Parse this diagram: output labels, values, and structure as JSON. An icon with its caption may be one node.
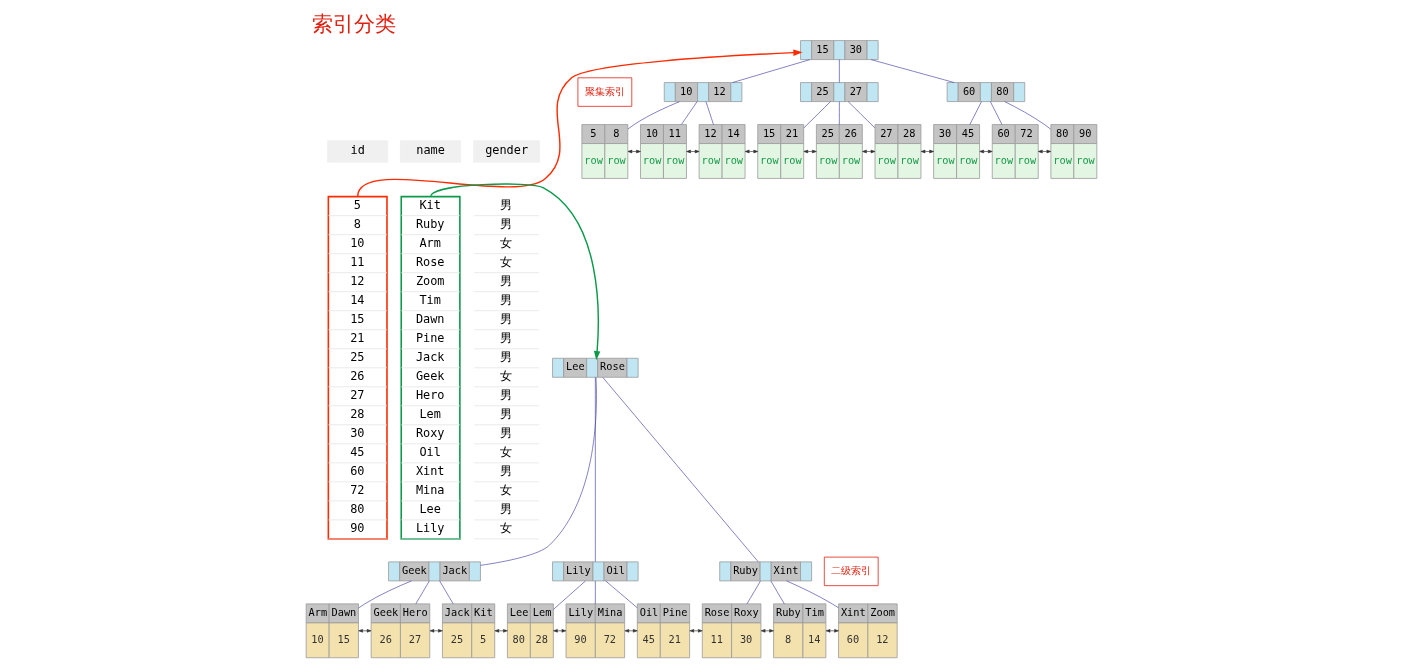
{
  "diagram": {
    "title": "索引分类",
    "nodes": [
      {
        "text": [
          "5",
          "8",
          "10",
          "11",
          "12",
          "14",
          "15",
          "21",
          "25",
          "26",
          "27",
          "28",
          "30",
          "45",
          "60",
          "72",
          "80",
          "90"
        ]
      },
      {
        "text": [
          "Kit",
          "Ruby",
          "Arm",
          "Rose",
          "Zoom",
          "Tim",
          "Dawn",
          "Pine",
          "Jack",
          "Geek",
          "Hero",
          "Lem",
          "Roxy",
          "Oil",
          "Xint",
          "Mina",
          "Lee",
          "Lily"
        ]
      },
      {
        "text": [
          "15",
          "30"
        ]
      },
      {
        "text": [
          "10",
          "12"
        ]
      },
      {
        "text": [
          "25",
          "27"
        ]
      },
      {
        "text": [
          "60",
          "80"
        ]
      },
      {
        "text": [
          "聚集索引"
        ]
      },
      {
        "text": [
          "5",
          "8",
          "row",
          "row"
        ]
      },
      {
        "text": [
          "10",
          "11",
          "row",
          "row"
        ]
      },
      {
        "text": [
          "12",
          "14",
          "row",
          "row"
        ]
      },
      {
        "text": [
          "15",
          "21",
          "row",
          "row"
        ]
      },
      {
        "text": [
          "25",
          "26",
          "row",
          "row"
        ]
      },
      {
        "text": [
          "27",
          "28",
          "row",
          "row"
        ]
      },
      {
        "text": [
          "30",
          "45",
          "row",
          "row"
        ]
      },
      {
        "text": [
          "60",
          "72",
          "row",
          "row"
        ]
      },
      {
        "text": [
          "80",
          "90",
          "row",
          "row"
        ]
      },
      {
        "text": [
          "Lee",
          "Rose"
        ]
      },
      {
        "text": [
          "Geek",
          "Jack"
        ]
      },
      {
        "text": [
          "Lily",
          "Oil"
        ]
      },
      {
        "text": [
          "Ruby",
          "Xint"
        ]
      },
      {
        "text": [
          "二级索引"
        ]
      },
      {
        "text": [
          "Arm",
          "Dawn",
          "10",
          "15"
        ]
      },
      {
        "text": [
          "Geek",
          "Hero",
          "26",
          "27"
        ]
      },
      {
        "text": [
          "Jack",
          "Kit",
          "25",
          "5"
        ]
      },
      {
        "text": [
          "Lee",
          "Lem",
          "80",
          "28"
        ]
      },
      {
        "text": [
          "Lily",
          "Mina",
          "90",
          "72"
        ]
      },
      {
        "text": [
          "Oil",
          "Pine",
          "45",
          "21"
        ]
      },
      {
        "text": [
          "Rose",
          "Roxy",
          "11",
          "30"
        ]
      },
      {
        "text": [
          "Ruby",
          "Tim",
          "8",
          "14"
        ]
      },
      {
        "text": [
          "Xint",
          "Zoom",
          "60",
          "12"
        ]
      }
    ],
    "edges": [
      {
        "from": 0,
        "to": 2,
        "arrow": "to",
        "color": "#ff2a00"
      },
      {
        "from": 1,
        "to": 16,
        "arrow": "to",
        "color": "#0a9a4a"
      },
      {
        "from": 2,
        "to": 3,
        "arrow": "none"
      },
      {
        "from": 2,
        "to": 4,
        "arrow": "none"
      },
      {
        "from": 2,
        "to": 5,
        "arrow": "none"
      },
      {
        "from": 3,
        "to": 7,
        "arrow": "none"
      },
      {
        "from": 3,
        "to": 8,
        "arrow": "none"
      },
      {
        "from": 3,
        "to": 9,
        "arrow": "none"
      },
      {
        "from": 4,
        "to": 10,
        "arrow": "none"
      },
      {
        "from": 4,
        "to": 11,
        "arrow": "none"
      },
      {
        "from": 4,
        "to": 12,
        "arrow": "none"
      },
      {
        "from": 5,
        "to": 13,
        "arrow": "none"
      },
      {
        "from": 5,
        "to": 14,
        "arrow": "none"
      },
      {
        "from": 5,
        "to": 15,
        "arrow": "none"
      },
      {
        "from": 7,
        "to": 8,
        "arrow": "both",
        "color": "#333333"
      },
      {
        "from": 8,
        "to": 9,
        "arrow": "both",
        "color": "#333333"
      },
      {
        "from": 9,
        "to": 10,
        "arrow": "both",
        "color": "#333333"
      },
      {
        "from": 10,
        "to": 11,
        "arrow": "both",
        "color": "#333333"
      },
      {
        "from": 11,
        "to": 12,
        "arrow": "both",
        "color": "#333333"
      },
      {
        "from": 12,
        "to": 13,
        "arrow": "both",
        "color": "#333333"
      },
      {
        "from": 13,
        "to": 14,
        "arrow": "both",
        "color": "#333333"
      },
      {
        "from": 14,
        "to": 15,
        "arrow": "both",
        "color": "#333333"
      },
      {
        "from": 16,
        "to": 17,
        "arrow": "none"
      },
      {
        "from": 16,
        "to": 18,
        "arrow": "none"
      },
      {
        "from": 16,
        "to": 19,
        "arrow": "none"
      },
      {
        "from": 17,
        "to": 21,
        "arrow": "none"
      },
      {
        "from": 17,
        "to": 22,
        "arrow": "none"
      },
      {
        "from": 17,
        "to": 23,
        "arrow": "none"
      },
      {
        "from": 18,
        "to": 24,
        "arrow": "none"
      },
      {
        "from": 18,
        "to": 25,
        "arrow": "none"
      },
      {
        "from": 18,
        "to": 26,
        "arrow": "none"
      },
      {
        "from": 19,
        "to": 27,
        "arrow": "none"
      },
      {
        "from": 19,
        "to": 28,
        "arrow": "none"
      },
      {
        "from": 19,
        "to": 29,
        "arrow": "none"
      },
      {
        "from": 21,
        "to": 22,
        "arrow": "both",
        "color": "#333333"
      },
      {
        "from": 22,
        "to": 23,
        "arrow": "both",
        "color": "#333333"
      },
      {
        "from": 23,
        "to": 24,
        "arrow": "both",
        "color": "#333333"
      },
      {
        "from": 24,
        "to": 25,
        "arrow": "both",
        "color": "#333333"
      },
      {
        "from": 25,
        "to": 26,
        "arrow": "both",
        "color": "#333333"
      },
      {
        "from": 26,
        "to": 27,
        "arrow": "both",
        "color": "#333333"
      },
      {
        "from": 27,
        "to": 28,
        "arrow": "both",
        "color": "#333333"
      },
      {
        "from": 28,
        "to": 29,
        "arrow": "both",
        "color": "#333333"
      }
    ],
    "labels": [
      "id",
      "name",
      "gender",
      "男",
      "男",
      "女",
      "女",
      "男",
      "男",
      "男",
      "男",
      "男",
      "女",
      "男",
      "男",
      "男",
      "女",
      "男",
      "女",
      "男",
      "女"
    ]
  }
}
